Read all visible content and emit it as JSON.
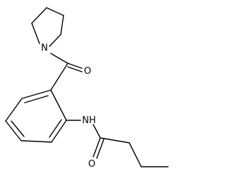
{
  "molecule": {
    "labels": {
      "pyrrolidine_n": "N",
      "ketone_o": "O",
      "amide_nh": "NH",
      "amide_o": "O"
    }
  }
}
